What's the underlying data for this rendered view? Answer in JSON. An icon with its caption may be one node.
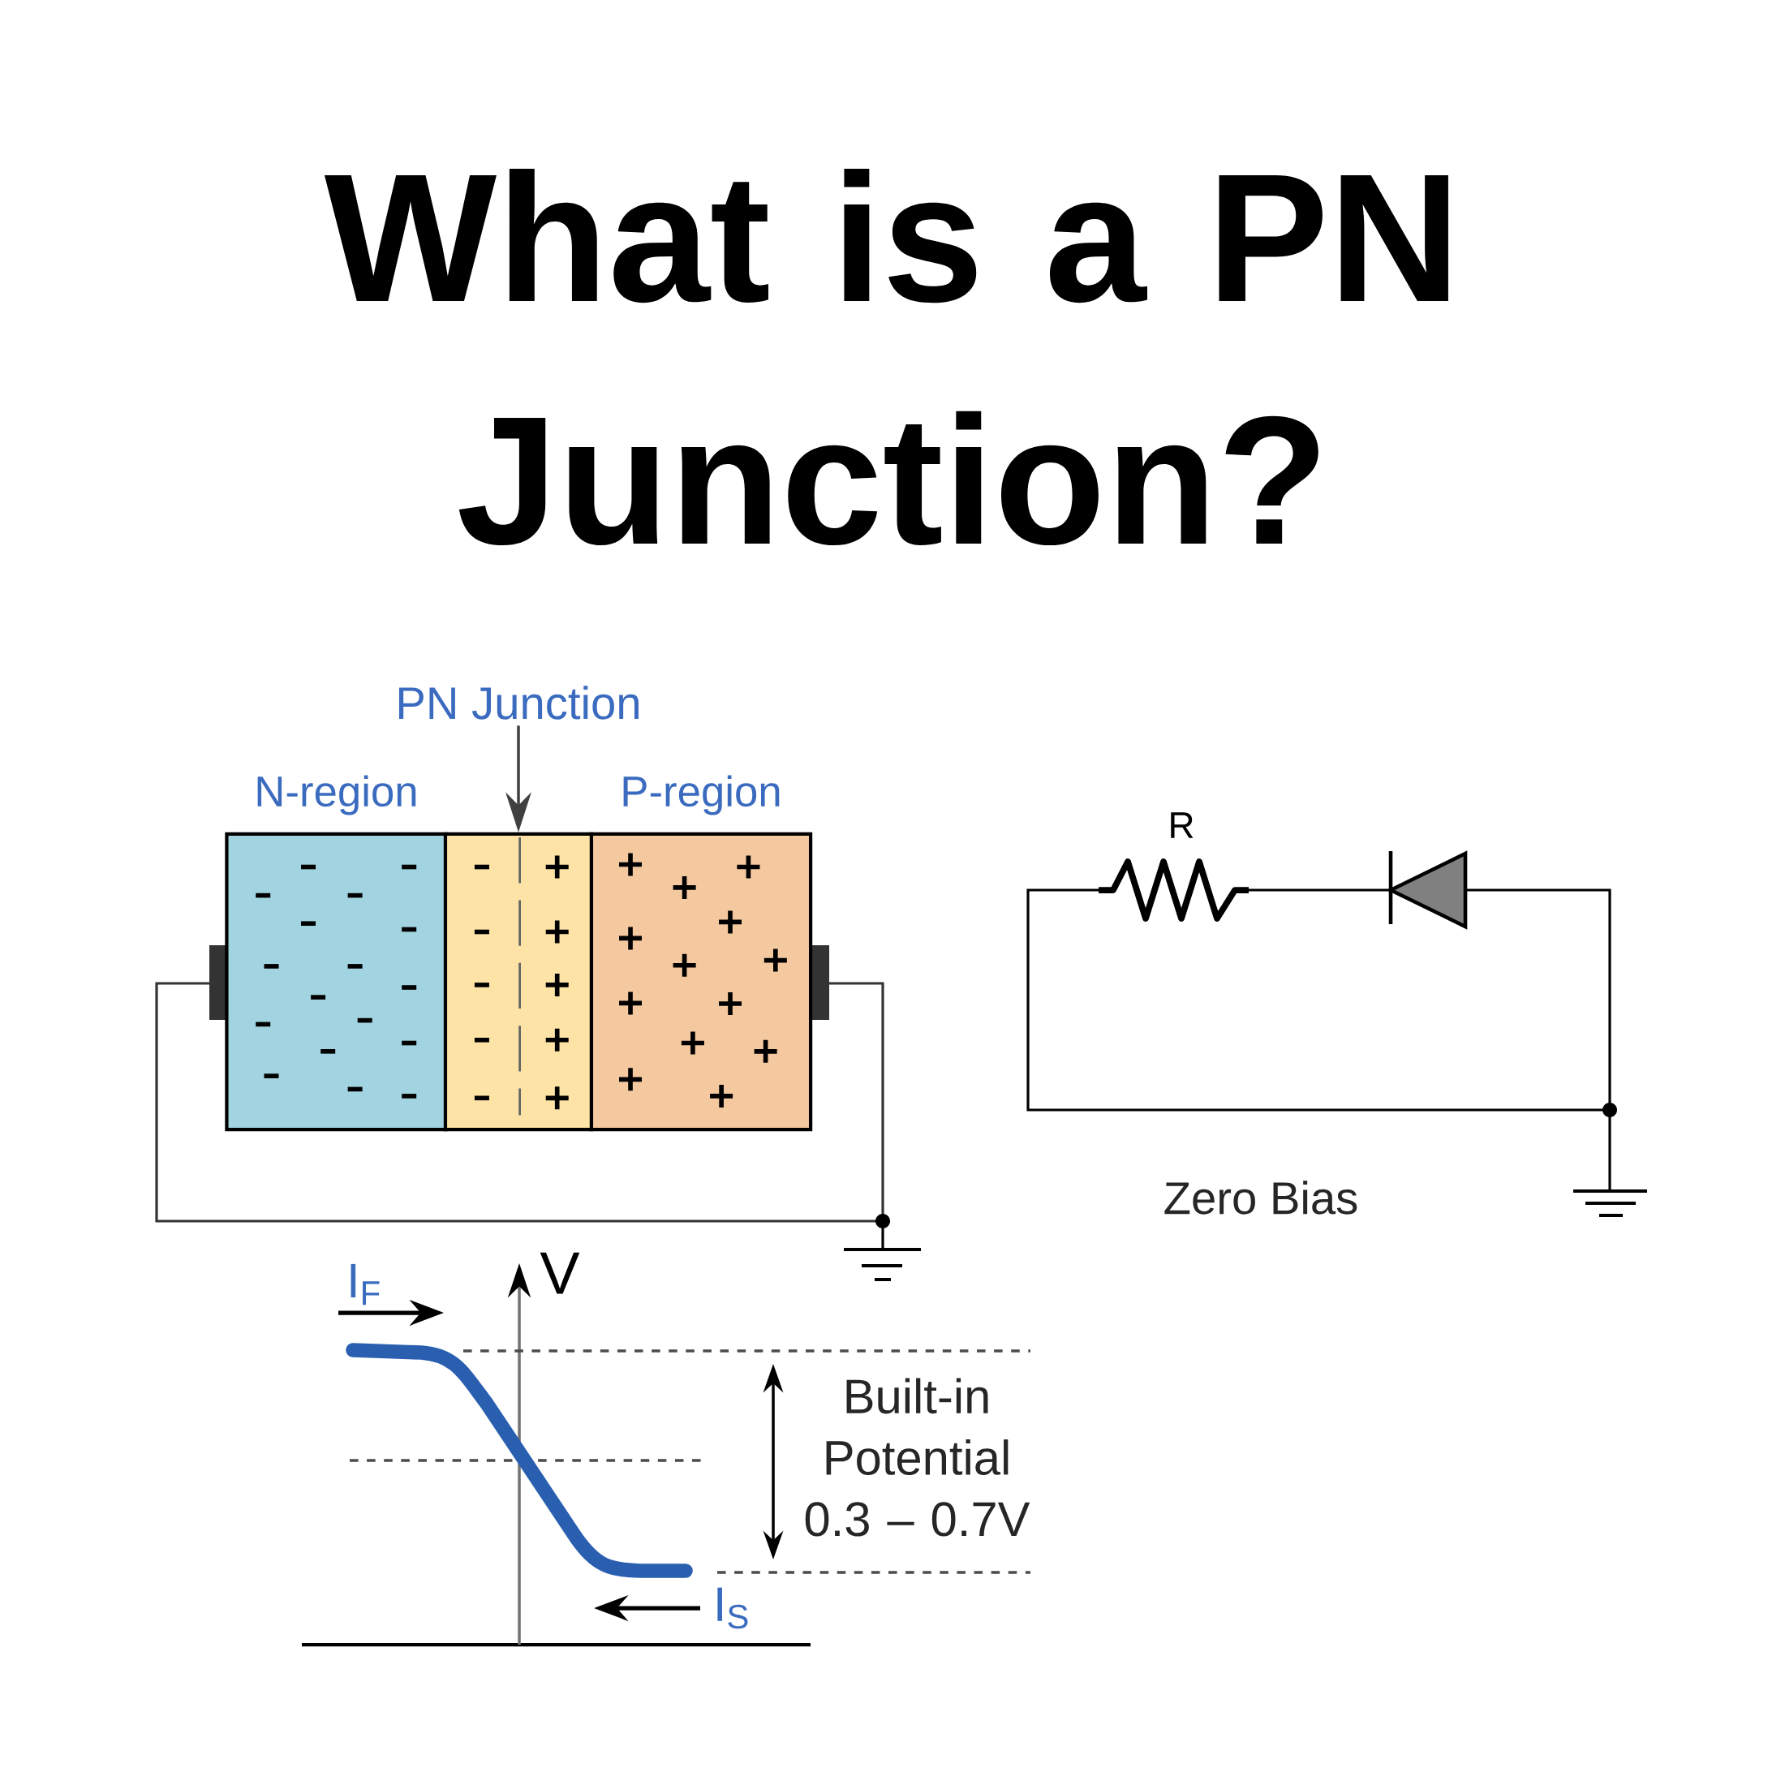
{
  "diagram": {
    "title": "What is a PN Junction?",
    "nodes": [
      {
        "text": [
          "PN Junction"
        ]
      },
      {
        "text": [
          "N-region"
        ]
      },
      {
        "text": [],
        "shape": "box"
      },
      {
        "text": [
          "P-region"
        ]
      }
    ],
    "edges": [
      {
        "from": 0,
        "to": 2,
        "arrow": "to"
      }
    ],
    "labels": [
      "R",
      "Zero Bias",
      "I$_{F}$",
      "V",
      "Built-in Potential 0.3 – 0.7V",
      "I$_{S}$"
    ]
  }
}
